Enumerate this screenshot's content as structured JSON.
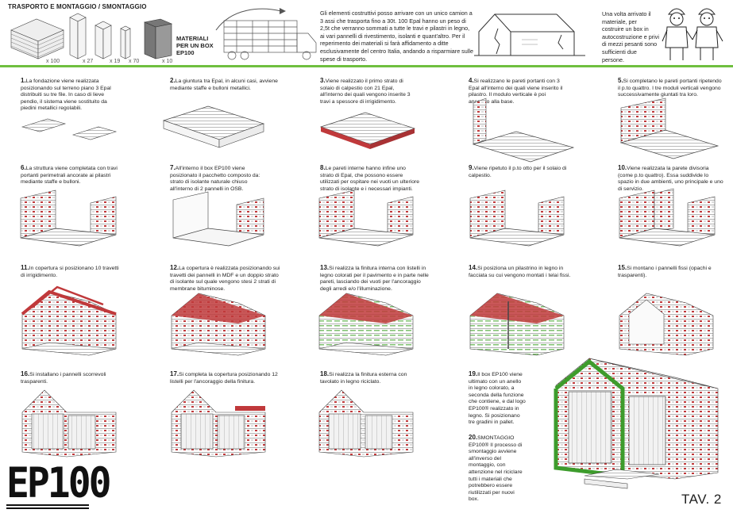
{
  "header": {
    "title": "TRASPORTO E MONTAGGIO / SMONTAGGIO",
    "quantities": [
      "x 100",
      "x 27",
      "x 19",
      "x 70",
      "x 10"
    ],
    "materials_label": "MATERIALI PER UN BOX EP100",
    "paragraph": "Gli elementi costruttivi posso arrivare con un unico camion a 3 assi che trasporta fino a 30t. 100 Epal hanno un peso di 2,5t che verranno sommati a tutte le travi e pilastri in legno, ai vari pannelli di rivestimento, isolanti e quant'altro. Per il reperimento dei materiali si farà affidamento a ditte esclusivamente del centro Italia, andando a risparmiare sulle spese di trasporto.",
    "right_paragraph": "Una volta arrivato il materiale, per costruire un box in autocostruzione e privi di mezzi pesanti sono sufficienti due persone."
  },
  "steps": [
    {
      "num": "1.",
      "text": "La fondazione viene realizzata posizionando sul terreno piano 3 Epal distribuiti su tre file. In caso di lieve pendio, il sistema viene sostituito da piedini metallici regolabili."
    },
    {
      "num": "2.",
      "text": "La giuntura tra Epal, in alcuni casi, avviene mediante staffe e bulloni metallici."
    },
    {
      "num": "3.",
      "text": "Viene realizzato il primo strato di solaio di calpestio con 21 Epal, all'interno dei quali vengono inserite 3 travi a spessore di irrigidimento."
    },
    {
      "num": "4.",
      "text": "Si realizzano le pareti portanti con 3 Epal all'interno dei quali viene inserito il pilastro. Il modulo verticale è poi ancorato alla base."
    },
    {
      "num": "5.",
      "text": "Si completano le pareti portanti ripetendo il p.to quattro. I tre moduli verticali vengono successivamente giuntati tra loro."
    },
    {
      "num": "6.",
      "text": "La struttura viene completata con travi portanti perimetrali ancorate ai pilastri mediante staffe e bulloni."
    },
    {
      "num": "7.",
      "text": "All'interno il box EP100 viene posizionato il pacchetto composto da: strato di isolante naturale chiuso all'interno di 2 pannelli in OSB."
    },
    {
      "num": "8.",
      "text": "Le pareti interne hanno infine uno strato di Epal, che possono essere utilizzati per ospitare nei vuoti un ulteriore strato di isolante e i necessari impianti."
    },
    {
      "num": "9.",
      "text": "Viene ripetuto il p.to otto per il solaio di calpestio."
    },
    {
      "num": "10.",
      "text": "Viene realizzata la parete divisoria (come p.to quattro). Essa suddivide lo spazio in due ambienti, uno principale e uno di servizio."
    },
    {
      "num": "11.",
      "text": "In copertura si posizionano 10 travetti di irrigidimento."
    },
    {
      "num": "12.",
      "text": "La copertura è realizzata posizionando sui travetti dei pannelli in MDF e un doppio strato di isolante sul quale vengono stesi 2 strati di membrane bituminose."
    },
    {
      "num": "13.",
      "text": "Si realizza la finitura interna con listelli in legno colorati per il pavimento e in parte nelle pareti, lasciando dei vuoti per l'ancoraggio degli arredi e/o l'illuminazione."
    },
    {
      "num": "14.",
      "text": "Si posiziona un pilastrino in legno in facciata su cui vengono montati i telai fissi."
    },
    {
      "num": "15.",
      "text": "Si montano i pannelli fissi (opachi e trasparenti)."
    },
    {
      "num": "16.",
      "text": "Si installano i pannelli scorrevoli trasparenti."
    },
    {
      "num": "17.",
      "text": "Si completa la copertura posizionando 12 listelli per l'ancoraggio della finitura."
    },
    {
      "num": "18.",
      "text": "Si realizza la finitura esterna con tavolato in legno riciclato."
    },
    {
      "num": "19.",
      "text": "Il box EP100 viene ultimato con un anello in legno colorato, a seconda della funzione che contiene, e dal logo EP100® realizzato in legno. Si posizionano tre gradini in pallet."
    },
    {
      "num": "20.",
      "text": "SMONTAGGIO EP100® Il processo di smontaggio avviene all'inverso del montaggio, con attenzione nel riciclare tutti i materiali che potrebbero essere riutilizzati per nuovi box."
    }
  ],
  "logo": "EP100",
  "sheet": "TAV. 2",
  "colors": {
    "accent_red": "#c0393b",
    "accent_green": "#3d9c2c",
    "line": "#444444"
  }
}
